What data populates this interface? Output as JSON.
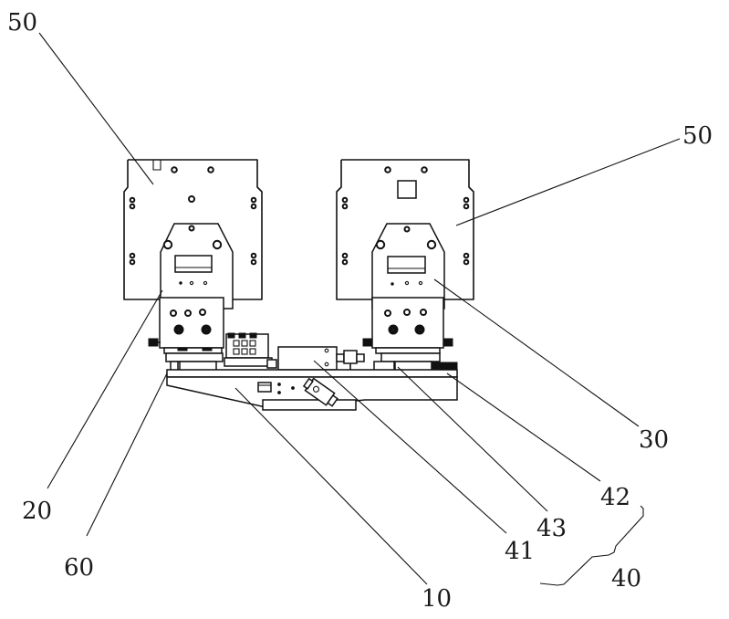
{
  "figure": {
    "type": "patent-style mechanical line drawing",
    "description": "Front view of a dual-arm fixture assembly with two plates mounted on slide blocks atop a common base beam",
    "line_color": "#111111",
    "background": "#ffffff"
  },
  "labels": [
    {
      "id": "label-50-left",
      "text": "50",
      "refers_to": "left plate"
    },
    {
      "id": "label-50-right",
      "text": "50",
      "refers_to": "right plate"
    },
    {
      "id": "label-30",
      "text": "30",
      "refers_to": "right mounting block"
    },
    {
      "id": "label-20",
      "text": "20",
      "refers_to": "left mounting block"
    },
    {
      "id": "label-60",
      "text": "60",
      "refers_to": "left slide carriage"
    },
    {
      "id": "label-42",
      "text": "42",
      "refers_to": "right rail"
    },
    {
      "id": "label-43",
      "text": "43",
      "refers_to": "slider"
    },
    {
      "id": "label-41",
      "text": "41",
      "refers_to": "actuator cylinder"
    },
    {
      "id": "label-10",
      "text": "10",
      "refers_to": "base beam"
    },
    {
      "id": "label-40",
      "text": "40",
      "refers_to": "drive assembly group (41, 42, 43)"
    }
  ]
}
